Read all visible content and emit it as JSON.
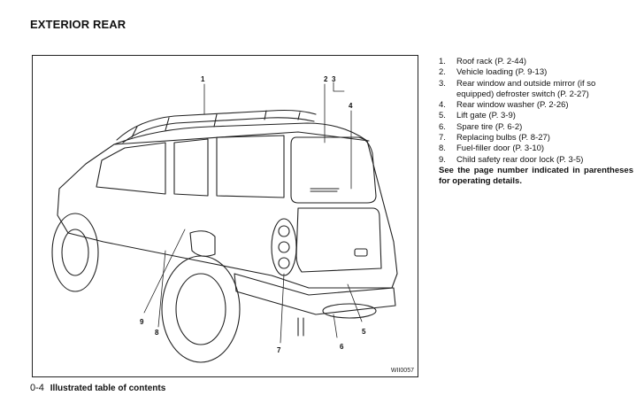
{
  "header": {
    "title": "EXTERIOR REAR"
  },
  "figure": {
    "code": "WII0057",
    "callouts": [
      "1",
      "2",
      "3",
      "4",
      "5",
      "6",
      "7",
      "8",
      "9"
    ]
  },
  "legend": {
    "items": [
      {
        "num": "1.",
        "text": "Roof rack (P. 2-44)"
      },
      {
        "num": "2.",
        "text": "Vehicle loading (P. 9-13)"
      },
      {
        "num": "3.",
        "text": "Rear window and outside mirror (if so equipped) defroster switch (P. 2-27)"
      },
      {
        "num": "4.",
        "text": "Rear window washer (P. 2-26)"
      },
      {
        "num": "5.",
        "text": "Lift gate (P. 3-9)"
      },
      {
        "num": "6.",
        "text": "Spare tire (P. 6-2)"
      },
      {
        "num": "7.",
        "text": "Replacing bulbs (P. 8-27)"
      },
      {
        "num": "8.",
        "text": "Fuel-filler door (P. 3-10)"
      },
      {
        "num": "9.",
        "text": "Child safety rear door lock (P. 3-5)"
      }
    ],
    "note": "See the page number indicated in parentheses for operating details."
  },
  "footer": {
    "page": "0-4",
    "title": "Illustrated table of contents"
  }
}
